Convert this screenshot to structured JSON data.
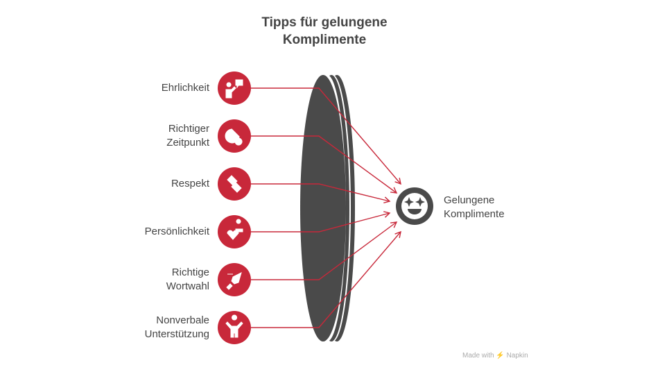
{
  "title": "Tipps für gelungene\nKomplimente",
  "title_line1": "Tipps für gelungene",
  "title_line2": "Komplimente",
  "inputs": [
    {
      "label": "Ehrlichkeit",
      "icon": "speaking-person-icon"
    },
    {
      "label": "Richtiger Zeitpunkt",
      "icon": "clock-smile-icon"
    },
    {
      "label": "Respekt",
      "icon": "handshake-icon"
    },
    {
      "label": "Persönlichkeit",
      "icon": "heart-person-icon"
    },
    {
      "label": "Richtige Wortwahl",
      "icon": "rocket-icon"
    },
    {
      "label": "Nonverbale Unterstützung",
      "icon": "person-arms-up-icon"
    }
  ],
  "output": {
    "label": "Gelungene Komplimente",
    "icon": "star-eyes-face-icon"
  },
  "credit": "Made with ⚡ Napkin",
  "colors": {
    "accent": "#c8283a",
    "lens": "#4a4a4a",
    "text": "#444444"
  }
}
